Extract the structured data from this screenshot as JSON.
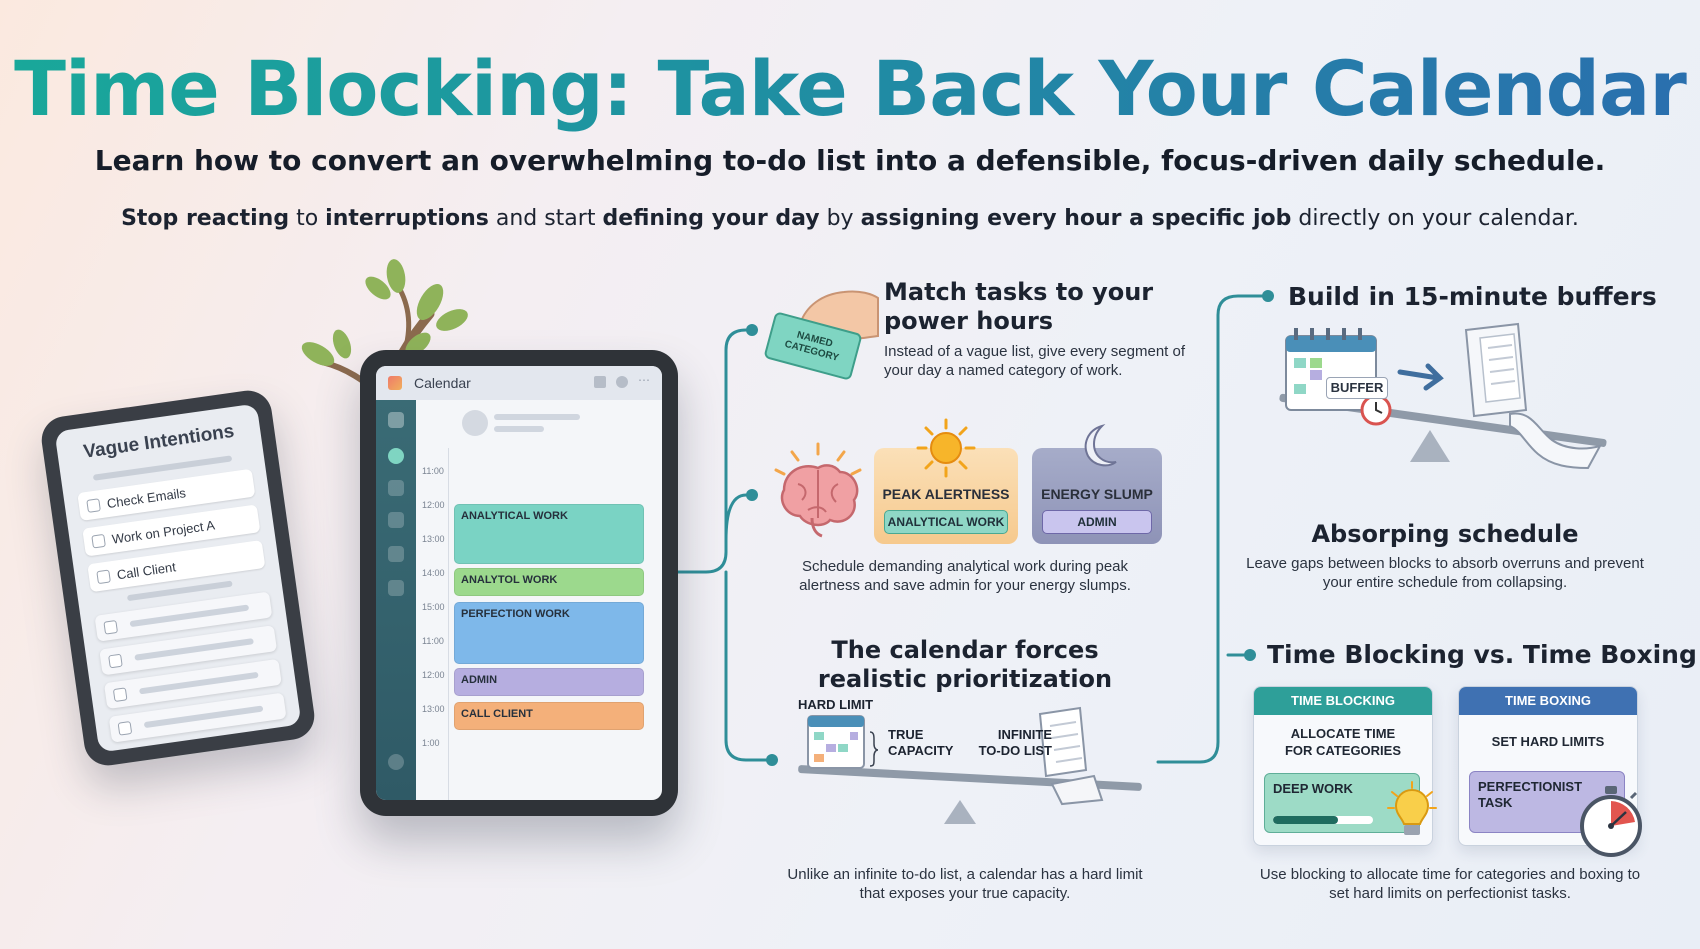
{
  "header": {
    "title": "Time Blocking: Take Back Your Calendar",
    "subtitle": "Learn how to convert an overwhelming to-do list into a defensible, focus-driven daily schedule.",
    "tagline": {
      "p1": "Stop reacting",
      "p2": " to ",
      "p3": "interruptions",
      "p4": " and start ",
      "p5": "defining your day",
      "p6": " by ",
      "p7": "assigning every hour a specific job",
      "p8": " directly on your calendar."
    }
  },
  "vague_tablet": {
    "title": "Vague Intentions",
    "items": [
      "Check Emails",
      "Work on Project A",
      "Call Client"
    ]
  },
  "calendar_tablet": {
    "app_title": "Calendar",
    "times": [
      "11:00",
      "12:00",
      "13:00",
      "14:00",
      "15:00",
      "11:00",
      "12:00",
      "13:00",
      "1:00"
    ],
    "blocks": [
      "ANALYTICAL WORK",
      "ANALYTOL WORK",
      "PERFECTION WORK",
      "ADMIN",
      "CALL CLIENT"
    ],
    "block_colors": [
      "#7ad3c4",
      "#9cd98d",
      "#7eb8ea",
      "#b6aee0",
      "#f4b07a"
    ]
  },
  "match": {
    "tag": "NAMED CATEGORY",
    "title": "Match tasks to your power hours",
    "description": "Instead of a vague list, give every segment of your day a named category of work."
  },
  "energy": {
    "peak_label": "PEAK ALERTNESS",
    "peak_chip": "ANALYTICAL WORK",
    "slump_label": "ENERGY SLUMP",
    "slump_chip": "ADMIN",
    "description": "Schedule demanding analytical work during peak alertness and save admin for your energy slumps."
  },
  "calendar_force": {
    "title": "The calendar forces realistic prioritization",
    "hard_limit": "HARD LIMIT",
    "true_capacity": "TRUE CAPACITY",
    "infinite_list": "INFINITE TO-DO LIST",
    "description": "Unlike an infinite to-do list, a calendar has a hard limit that exposes your true capacity."
  },
  "buffers": {
    "title": "Build in 15-minute buffers",
    "buffer_tag": "BUFFER",
    "subtitle": "Absorping schedule",
    "description": "Leave gaps between blocks to absorb overruns and prevent your entire schedule from collapsing."
  },
  "comparison": {
    "title": "Time Blocking vs. Time Boxing",
    "blocking_head": "TIME BLOCKING",
    "blocking_sub": "ALLOCATE TIME FOR CATEGORIES",
    "blocking_task": "DEEP WORK",
    "blocking_progress": 0.65,
    "boxing_head": "TIME BOXING",
    "boxing_sub": "SET HARD LIMITS",
    "boxing_task": "PERFECTIONIST TASK",
    "description": "Use blocking to allocate time for categories and boxing to set hard limits on perfectionist tasks."
  },
  "colors": {
    "title_start": "#19a89a",
    "title_end": "#2a6fae",
    "connector": "#2f8e98",
    "peak_chip": "#8fd7c6",
    "slump_chip": "#c9c5ee"
  }
}
